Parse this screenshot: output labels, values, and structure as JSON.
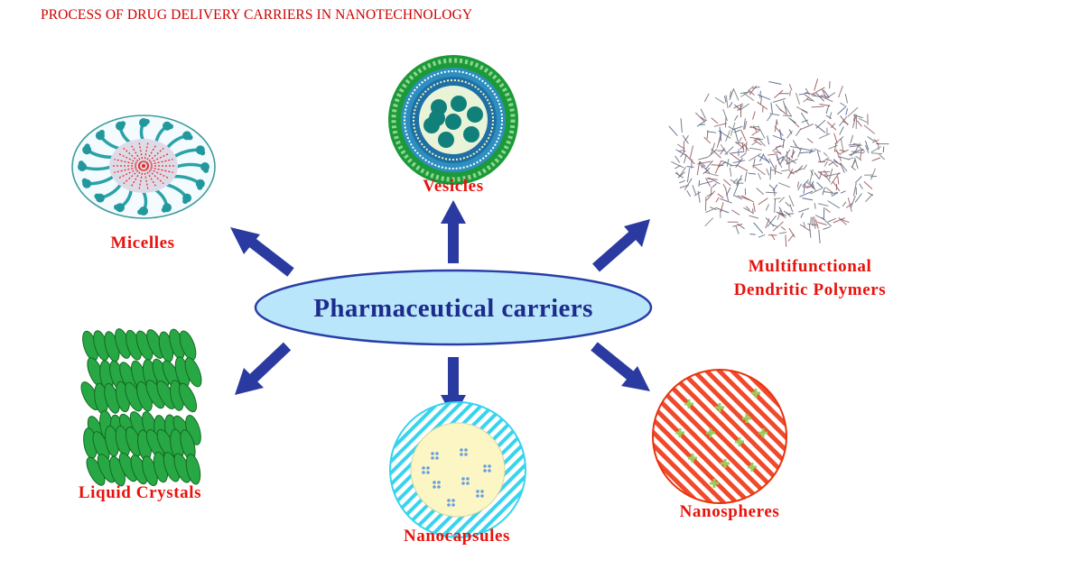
{
  "title": "PROCESS OF DRUG DELIVERY CARRIERS IN NANOTECHNOLOGY",
  "center": {
    "label": "Pharmaceutical carriers"
  },
  "carriers": {
    "micelles": "Micelles",
    "vesicles": "Vesicles",
    "dendritic_line1": "Multifunctional",
    "dendritic_line2": "Dendritic Polymers",
    "liquid_crystals": "Liquid Crystals",
    "nanocapsules": "Nanocapsules",
    "nanospheres": "Nanospheres"
  },
  "colors": {
    "title": "#cc0000",
    "label": "#e8120c",
    "center_fill": "#b9e6fb",
    "center_stroke": "#2a3ea8",
    "center_text": "#1c2b8c",
    "arrow": "#2a3aa0"
  },
  "icons": {
    "micelle": "micelle-icon",
    "vesicle": "vesicle-icon",
    "dendrimer": "dendrimer-icon",
    "liquid_crystal": "liquid-crystal-icon",
    "nanocapsule": "nanocapsule-icon",
    "nanosphere": "nanosphere-icon"
  }
}
